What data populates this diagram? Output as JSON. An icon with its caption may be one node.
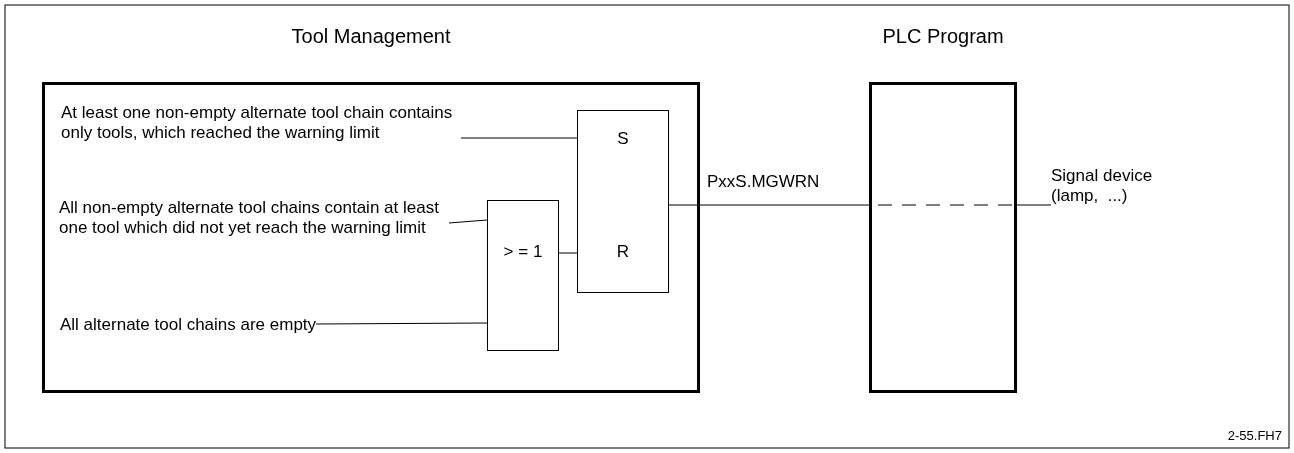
{
  "diagram": {
    "nodes": [
      {
        "text": [
          "Tool Management"
        ]
      },
      {
        "text": [
          "At least one non-empty alternate tool chain contains only tools, which reached the warning limit"
        ],
        "in": 0
      },
      {
        "text": [
          "All non-empty alternate tool chains contain at least one tool which did not yet reach the warning limit"
        ],
        "in": 0
      },
      {
        "text": [
          "All alternate tool chains are empty"
        ],
        "in": 0
      },
      {
        "text": [
          "> = 1"
        ],
        "in": 0
      },
      {
        "text": [
          "S",
          "R"
        ],
        "in": 0
      },
      {
        "text": [
          "PLC Program"
        ]
      },
      {
        "text": [
          "Signal device (lamp,  ...)"
        ]
      }
    ],
    "edges": [
      {
        "from": 1,
        "to": 5,
        "arrow": "none"
      },
      {
        "from": 2,
        "to": 4,
        "arrow": "none"
      },
      {
        "from": 3,
        "to": 4,
        "arrow": "none"
      },
      {
        "from": 4,
        "to": 5,
        "arrow": "none"
      },
      {
        "from": 5,
        "to": 6,
        "arrow": "none",
        "label": "PxxS.MGWRN"
      },
      {
        "from": 6,
        "to": 7,
        "arrow": "none"
      }
    ],
    "labels": [
      "2-55.FH7"
    ]
  }
}
